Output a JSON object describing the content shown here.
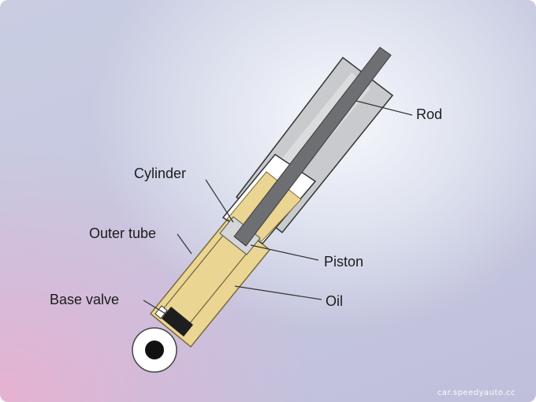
{
  "labels": {
    "rod": "Rod",
    "cylinder": "Cylinder",
    "outer_tube": "Outer tube",
    "piston": "Piston",
    "base_valve": "Base valve",
    "oil": "Oil"
  },
  "watermark": "car.speedyauto.cc",
  "colors": {
    "oil": "#ead592",
    "oil_outline": "#7a6a3c",
    "metal": "#c8cacd",
    "rod": "#6e6f72",
    "valve": "#1e1e1e",
    "leader": "#333333"
  }
}
